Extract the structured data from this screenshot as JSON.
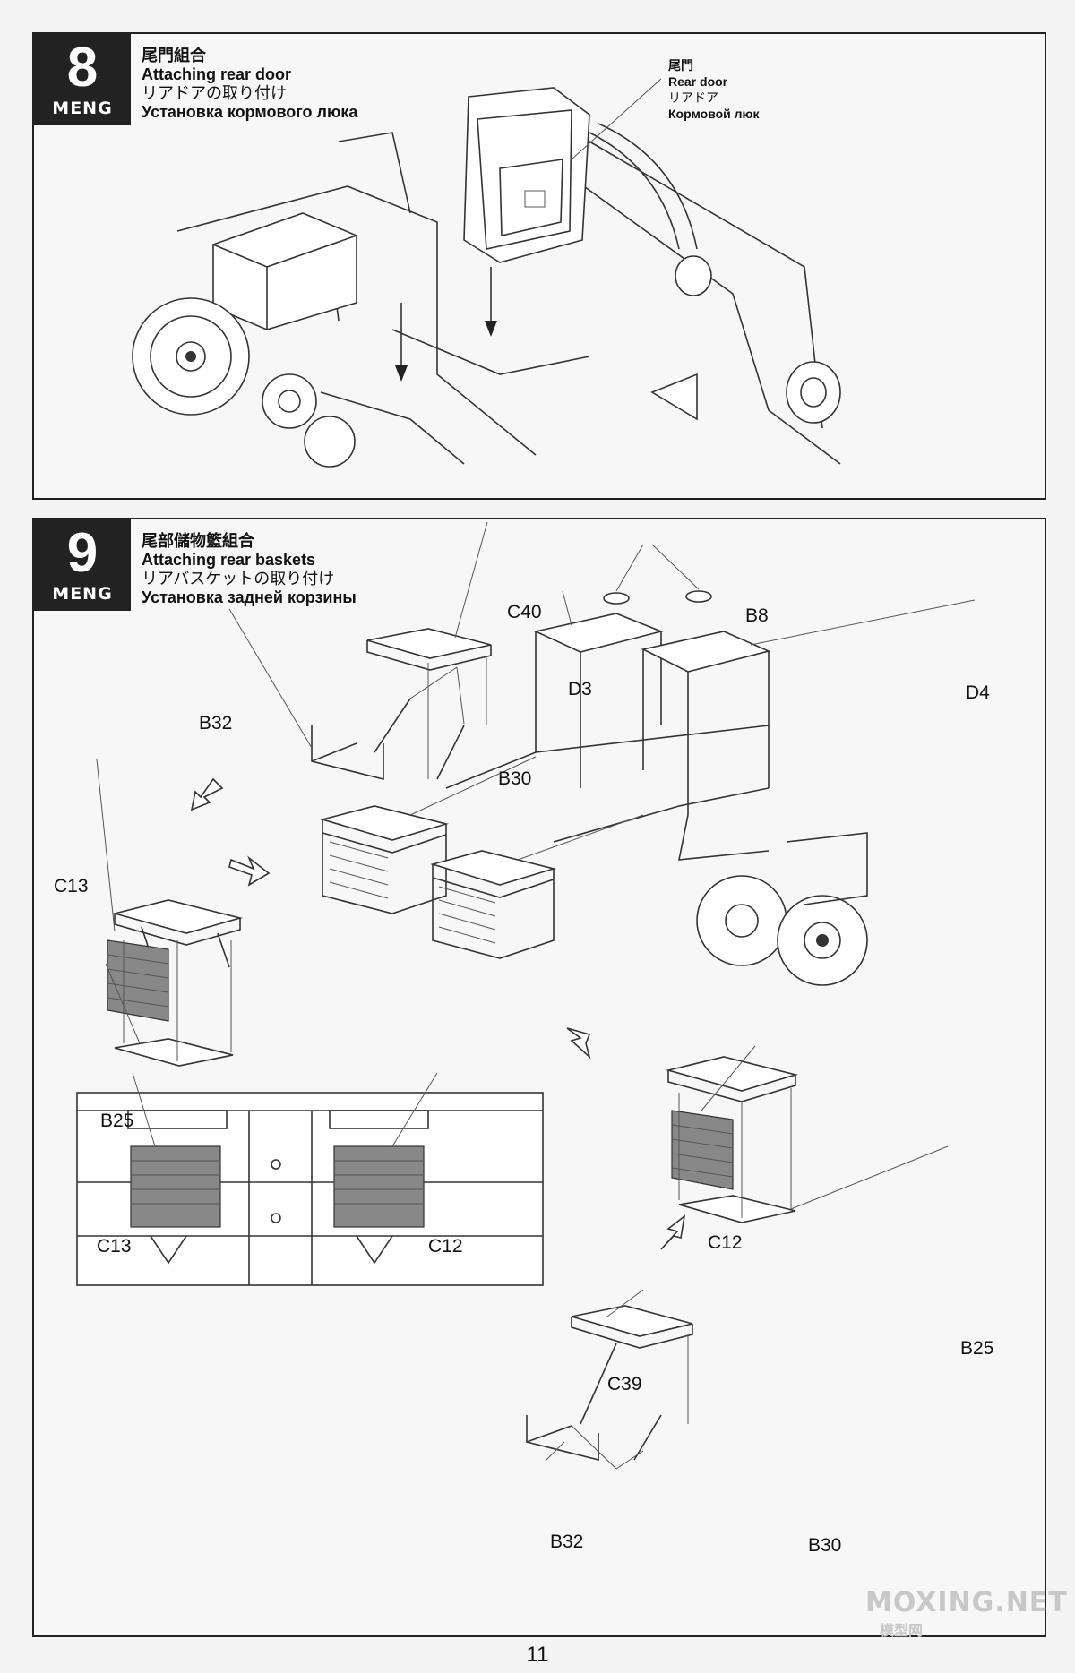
{
  "step8": {
    "number": "8",
    "brand": "MENG",
    "title_cn": "尾門組合",
    "title_en": "Attaching rear door",
    "title_jp": "リアドアの取り付け",
    "title_ru": "Установка кормового люка",
    "callout": {
      "cn": "尾門",
      "en": "Rear door",
      "jp": "リアドア",
      "ru": "Кормовой люк"
    }
  },
  "step9": {
    "number": "9",
    "brand": "MENG",
    "title_cn": "尾部儲物籃組合",
    "title_en": "Attaching rear baskets",
    "title_jp": "リアバスケットの取り付け",
    "title_ru": "Установка задней корзины",
    "part_labels": {
      "c40": "C40",
      "b32_top": "B32",
      "b30_top": "B30",
      "c13_left": "C13",
      "b25_left": "B25",
      "b8": "B8",
      "d3": "D3",
      "d4": "D4",
      "c13_bottom": "C13",
      "c12_bottom": "C12",
      "c12_right": "C12",
      "b25_right": "B25",
      "c39": "C39",
      "b32_bottom": "B32",
      "b30_bottom": "B30"
    }
  },
  "page_number": "11",
  "watermark": {
    "en": "MOXING.NET",
    "cn": "模型网"
  }
}
